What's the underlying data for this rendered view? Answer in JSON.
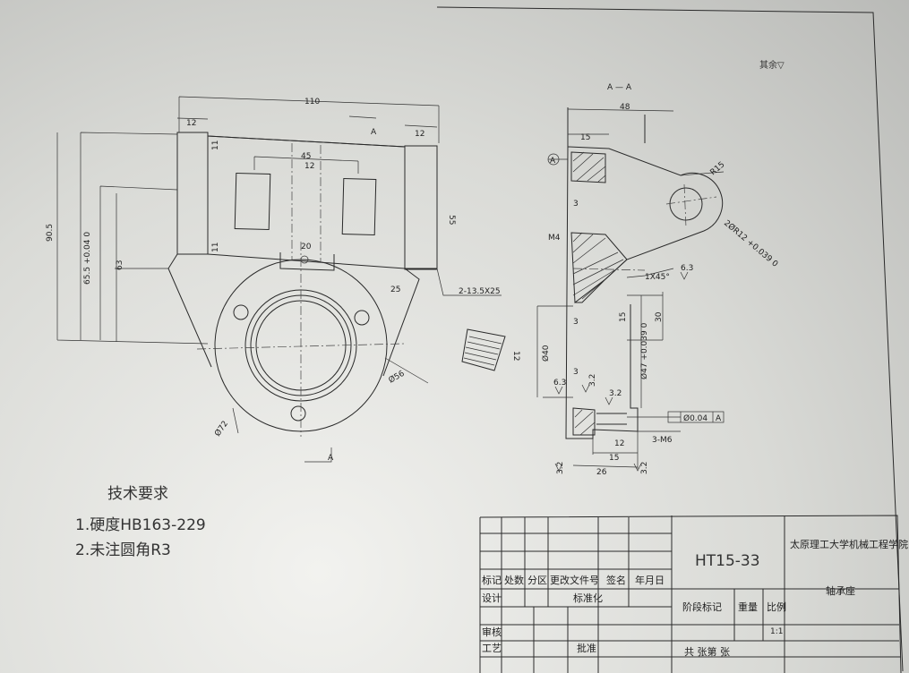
{
  "drawing": {
    "check_mark": "其余▽",
    "section_label": "A — A",
    "section_arrow_label": "A",
    "datum_label": "A",
    "front_view": {
      "dims": {
        "overall_width": "110",
        "left_flange": "12",
        "right_flange": "12",
        "slot_span": "45",
        "slot_mid": "12",
        "boss_width": "20",
        "rib_depth": "55",
        "small_h1": "11",
        "small_h2": "11",
        "height_total": "90.5",
        "height_mid": "65.5 +0.04 0",
        "height_low": "63",
        "chamfer": "25",
        "holes": "2-13.5X25",
        "dia_outer": "Ø72",
        "dia_bore": "Ø56",
        "section_thk": "12"
      }
    },
    "section_view": {
      "dims": {
        "overall": "48",
        "top_flange": "15",
        "r15": "R15",
        "hole": "2ØR12 +0.039 0",
        "m4": "M4",
        "chamfer": "1X45°",
        "rough1": "6.3",
        "rough2": "6.3",
        "rough3": "3.2",
        "rough4": "3.2",
        "rough5": "3.2",
        "rough6": "3.2",
        "d40": "Ø40",
        "d47": "Ø47 +0.039 0",
        "v15": "15",
        "v30": "30",
        "v3a": "3",
        "v3b": "3",
        "v3c": "3",
        "tol": "Ø0.04",
        "tol_datum": "A",
        "thread": "3-M6",
        "b12": "12",
        "b15": "15",
        "b26": "26"
      }
    },
    "tech_req": {
      "title": "技术要求",
      "line1": "1.硬度HB163-229",
      "line2": "2.未注圆角R3"
    },
    "title_block": {
      "part_no": "HT15-33",
      "school": "太原理工大学机械工程学院",
      "part_name": "轴承座",
      "headers": [
        "标记",
        "处数",
        "分区",
        "更改文件号",
        "签名",
        "年月日"
      ],
      "design": "设计",
      "standardize": "标准化",
      "review": "审核",
      "process": "工艺",
      "approve": "批准",
      "stage_mark": "阶段标记",
      "weight": "重量",
      "scale": "比例",
      "scale_value": "1:1",
      "sheets": "共    张第    张"
    }
  }
}
